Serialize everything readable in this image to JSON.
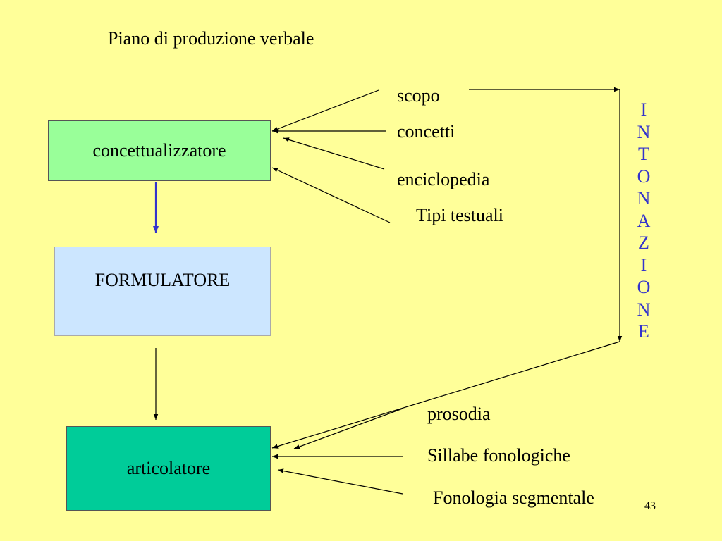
{
  "title": "Piano di produzione verbale",
  "boxes": {
    "concettualizzatore": "concettualizzatore",
    "formulatore": "FORMULATORE",
    "articolatore": "articolatore"
  },
  "labels": {
    "scopo": "scopo",
    "concetti": "concetti",
    "enciclopedia": "enciclopedia",
    "tipi_testuali": "Tipi testuali",
    "prosodia": "prosodia",
    "sillabe": "Sillabe fonologiche",
    "fonologia": "Fonologia segmentale"
  },
  "intonazione_letters": [
    "I",
    "N",
    "T",
    "O",
    "N",
    "A",
    "Z",
    "I",
    "O",
    "N",
    "E"
  ],
  "page_number": "43",
  "colors": {
    "background": "#ffff99",
    "concept_box": "#99ff99",
    "formulator_box": "#cce6ff",
    "articulator_box": "#00cc99",
    "intonazione_text": "#3333cc",
    "blue_arrow": "#3333cc"
  }
}
